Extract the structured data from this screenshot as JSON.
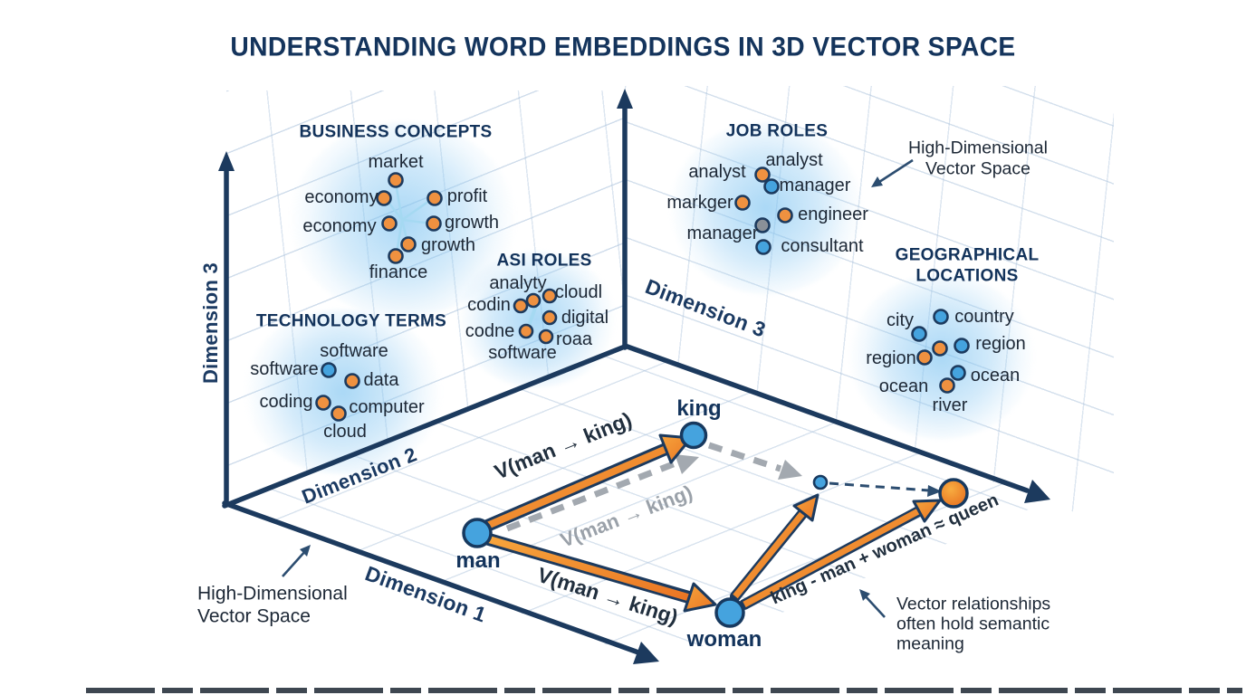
{
  "title": "UNDERSTANDING WORD EMBEDDINGS IN 3D VECTOR SPACE",
  "axes": {
    "left_vertical": "Dimension 3",
    "left_wall_horizontal": "Dimension 2",
    "floor_front": "Dimension 1",
    "center_depth": "Dimension 3"
  },
  "clusters": {
    "business": {
      "title": "BUSINESS CONCEPTS",
      "words": [
        "market",
        "economy",
        "profit",
        "economy",
        "growth",
        "growth",
        "finance"
      ]
    },
    "asi": {
      "title": "ASI ROLES",
      "words": [
        "analyty",
        "codin",
        "cloudl",
        "digital",
        "codne",
        "roaa",
        "software"
      ]
    },
    "technology": {
      "title": "TECHNOLOGY TERMS",
      "words": [
        "software",
        "software",
        "data",
        "coding",
        "computer",
        "cloud"
      ]
    },
    "job": {
      "title": "JOB ROLES",
      "words": [
        "analyst",
        "analyst",
        "manager",
        "markger",
        "engineer",
        "manager",
        "consultant"
      ]
    },
    "geo": {
      "title_line1": "GEOGRAPHICAL",
      "title_line2": "LOCATIONS",
      "words": [
        "city",
        "country",
        "region",
        "region",
        "ocean",
        "ocean",
        "river"
      ]
    }
  },
  "vectors": {
    "man": "man",
    "king": "king",
    "woman": "woman",
    "v_label_top": "V(man → king)",
    "v_label_ghost": "V(man → king)",
    "v_label_bottom": "V(man → king)",
    "equation": "king - man + woman ≈ queen"
  },
  "annotations": {
    "hd_top_line1": "High-Dimensional",
    "hd_top_line2": "Vector Space",
    "hd_bottom_line1": "High-Dimensional",
    "hd_bottom_line2": "Vector Space",
    "semantic_line1": "Vector relationships",
    "semantic_line2": "often hold semantic",
    "semantic_line3": "meaning"
  },
  "colors": {
    "navy": "#1c3a5e",
    "ink": "#1d2836",
    "orange_dot": "#ef9140",
    "blue_dot": "#45a3de",
    "gray_dot": "#8a9098",
    "arrow_orange": "#f0902f",
    "arrow_gray": "#a3a9b0",
    "glow_blue": "#aed9f2"
  }
}
